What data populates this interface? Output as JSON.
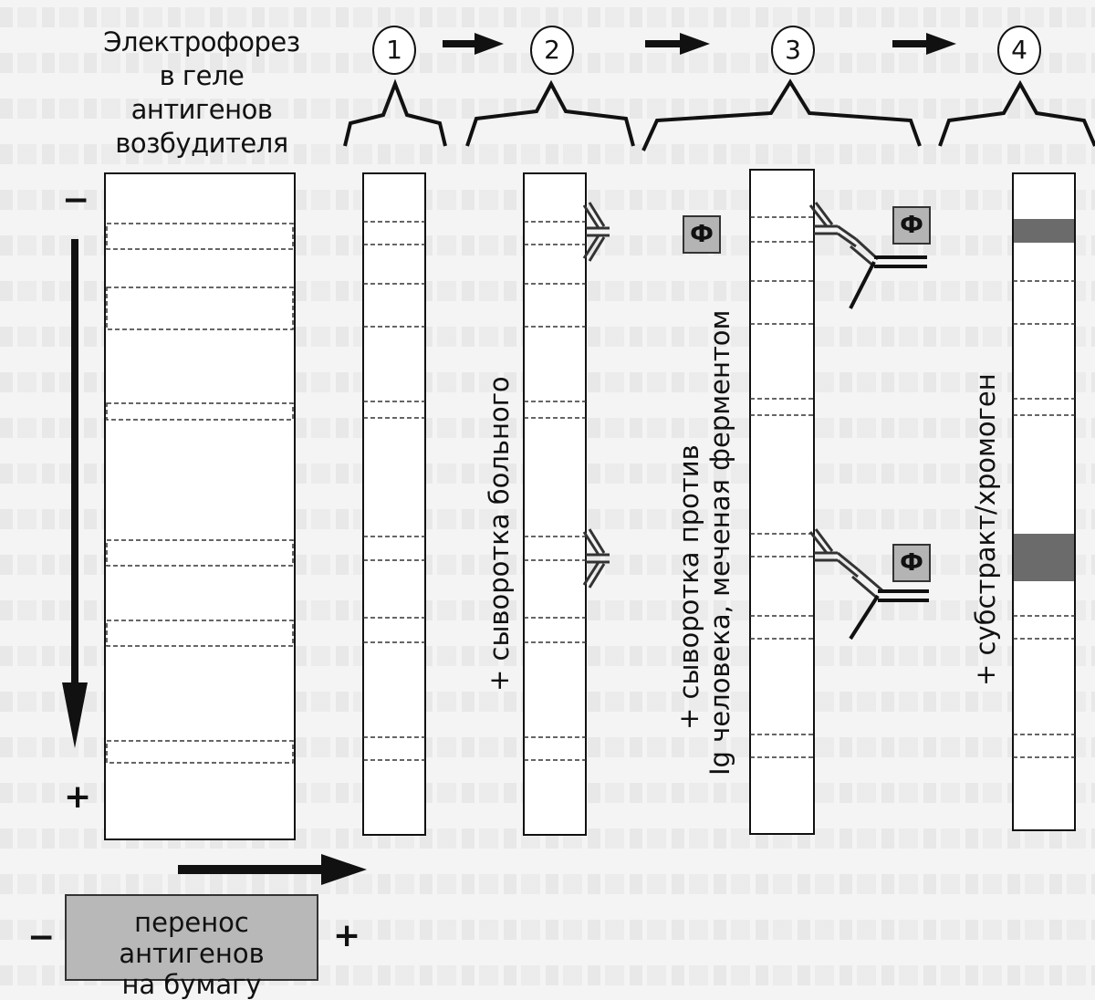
{
  "title": "Электрофорез\nв геле\nантигенов\nвозбудителя",
  "steps": [
    "1",
    "2",
    "3",
    "4"
  ],
  "step_labels": {
    "serum": "+ сыворотка больного",
    "anti_ig_line1": "+ сыворотка против",
    "anti_ig_line2": "Ig человека, меченая ферментом",
    "substrate": "+ субстракт/хромоген"
  },
  "enzyme_label": "Ф",
  "transfer_label": "перенос антигенов\nна бумагу",
  "signs": {
    "minus": "−",
    "plus": "+"
  },
  "colors": {
    "band_stained": "#6b6b6b",
    "enzyme_fill": "#b4b4b4",
    "transfer_fill": "#b8b8b8"
  }
}
